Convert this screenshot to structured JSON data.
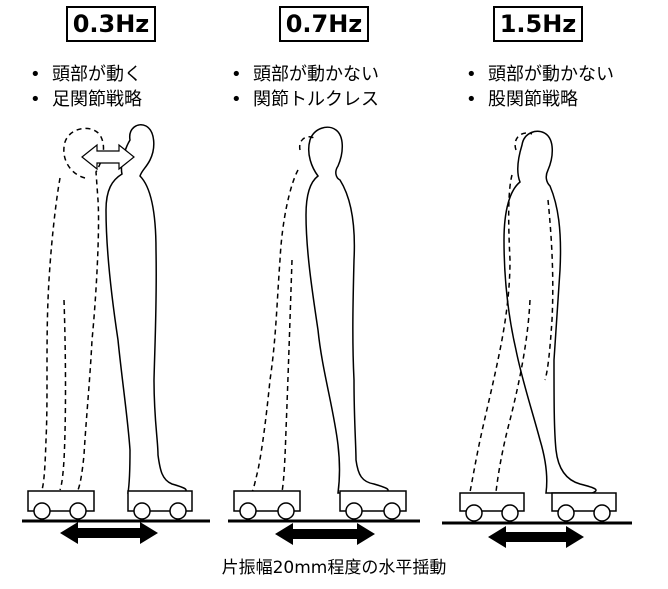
{
  "panels": [
    {
      "frequency": "0.3Hz",
      "bullets": [
        "頭部が動く",
        "足関節戦略"
      ]
    },
    {
      "frequency": "0.7Hz",
      "bullets": [
        "頭部が動かない",
        "関節トルクレス"
      ]
    },
    {
      "frequency": "1.5Hz",
      "bullets": [
        "頭部が動かない",
        "股関節戦略"
      ]
    }
  ],
  "caption": "片振幅20mm程度の水平揺動",
  "icons": {
    "head_motion_arrow": "double-arrow-icon",
    "platform_arrow": "double-arrow-icon"
  },
  "colors": {
    "line": "#000000",
    "background": "#ffffff"
  }
}
